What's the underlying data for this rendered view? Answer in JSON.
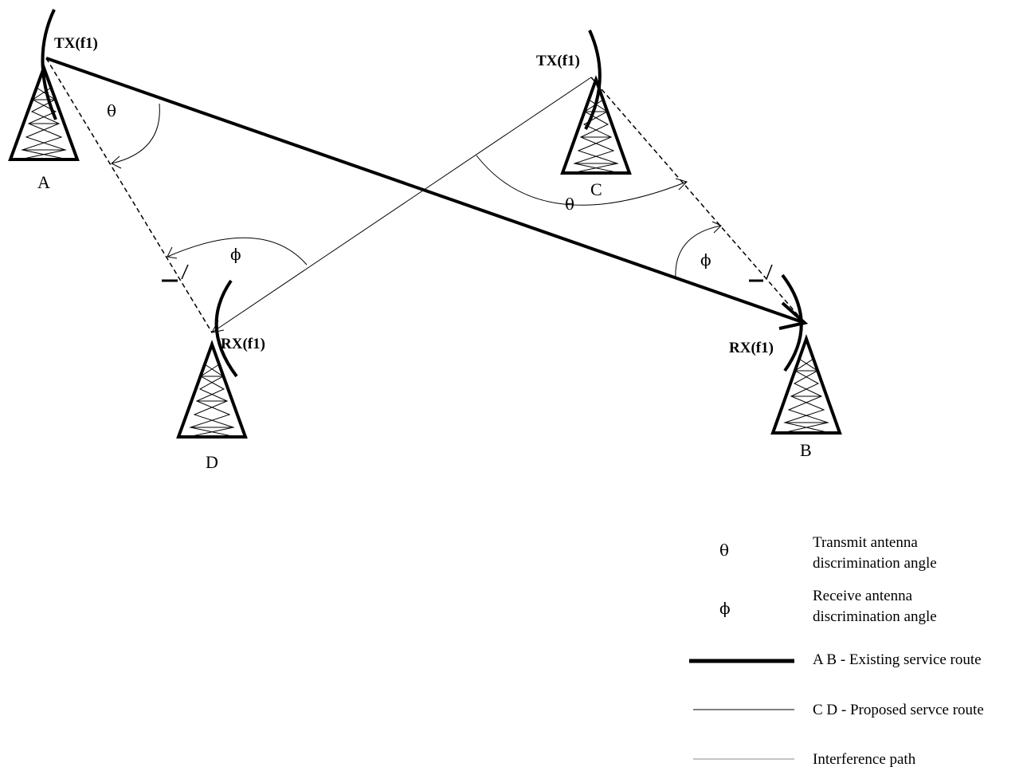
{
  "sites": {
    "a": {
      "name": "A",
      "radio": "TX(f1)"
    },
    "b": {
      "name": "B",
      "radio": "RX(f1)"
    },
    "c": {
      "name": "C",
      "radio": "TX(f1)"
    },
    "d": {
      "name": "D",
      "radio": "RX(f1)"
    }
  },
  "angles": {
    "theta_symbol": "θ",
    "phi_symbol": "ϕ"
  },
  "legend": {
    "theta": {
      "symbol": "θ",
      "line1": "Transmit antenna",
      "line2": "discrimination angle"
    },
    "phi": {
      "symbol": "ϕ",
      "line1": "Receive antenna",
      "line2": "discrimination angle"
    },
    "existing": {
      "text": "A B - Existing service route"
    },
    "proposed": {
      "text": "C D - Proposed servce route"
    },
    "interference": {
      "text": "Interference path"
    }
  }
}
